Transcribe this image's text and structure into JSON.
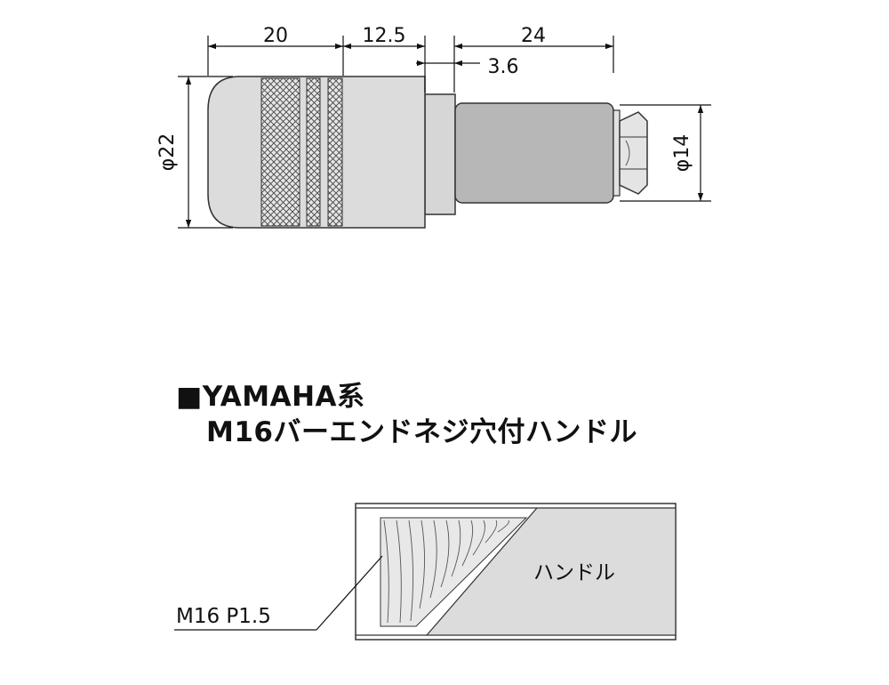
{
  "dimensions": {
    "length_knurl": "20",
    "length_middle": "12.5",
    "length_shaft": "24",
    "length_gap": "3.6",
    "diameter_head": "φ22",
    "diameter_shaft": "φ14"
  },
  "title": {
    "line1": "■YAMAHA系",
    "line2": "M16バーエンドネジ穴付ハンドル"
  },
  "section": {
    "handle_label": "ハンドル",
    "thread_label": "M16  P1.5"
  }
}
